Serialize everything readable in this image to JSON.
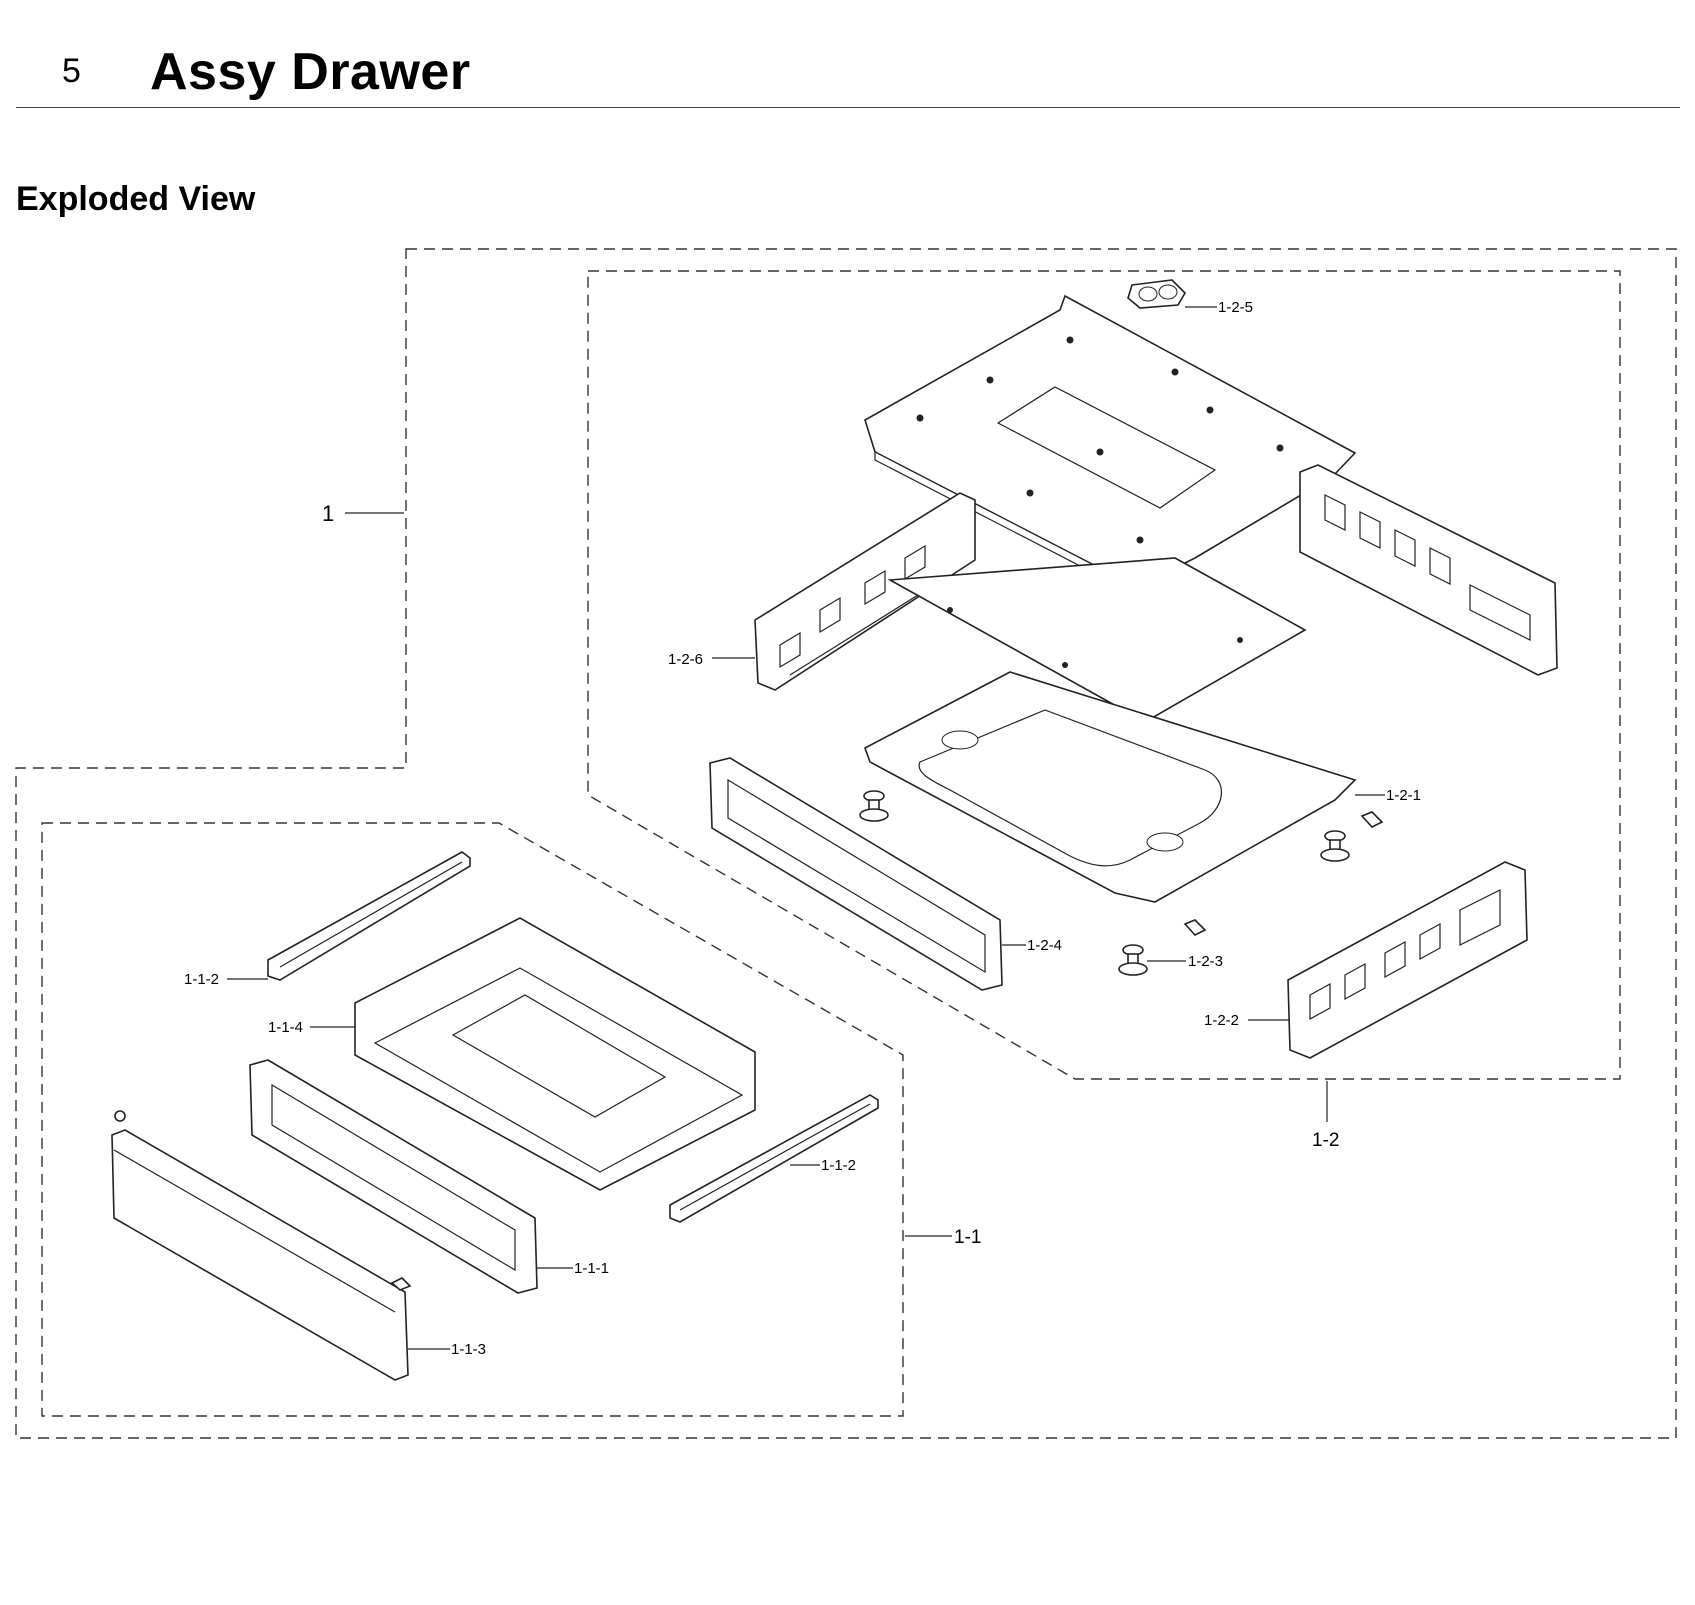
{
  "page": {
    "section_number": "5",
    "section_title": "Assy Drawer",
    "subtitle": "Exploded View"
  },
  "callouts": {
    "c1": "1",
    "c1_1": "1-1",
    "c1_1_1": "1-1-1",
    "c1_1_2a": "1-1-2",
    "c1_1_2b": "1-1-2",
    "c1_1_3": "1-1-3",
    "c1_1_4": "1-1-4",
    "c1_2": "1-2",
    "c1_2_1": "1-2-1",
    "c1_2_2": "1-2-2",
    "c1_2_3": "1-2-3",
    "c1_2_4": "1-2-4",
    "c1_2_5": "1-2-5",
    "c1_2_6": "1-2-6"
  }
}
